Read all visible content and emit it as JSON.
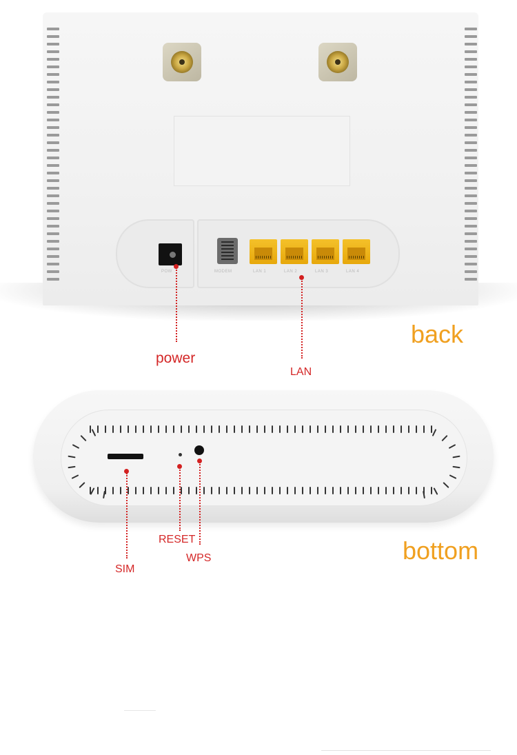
{
  "callouts": {
    "power": "power",
    "lan": "LAN",
    "back": "back",
    "sim": "SIM",
    "reset": "RESET",
    "wps": "WPS",
    "bottom": "bottom"
  },
  "ports": {
    "power_port": "POW",
    "modem": "MODEM",
    "lan1": "LAN 1",
    "lan2": "LAN 2",
    "lan3": "LAN 3",
    "lan4": "LAN 4"
  },
  "colors": {
    "callout_red": "#d42727",
    "heading_orange": "#f0a020",
    "lan_port_yellow": "#f4c12a"
  },
  "icons": [
    "antenna-connector-icon",
    "power-jack-icon",
    "rj11-port-icon",
    "rj45-port-icon",
    "sim-slot-icon",
    "wps-button-icon"
  ]
}
